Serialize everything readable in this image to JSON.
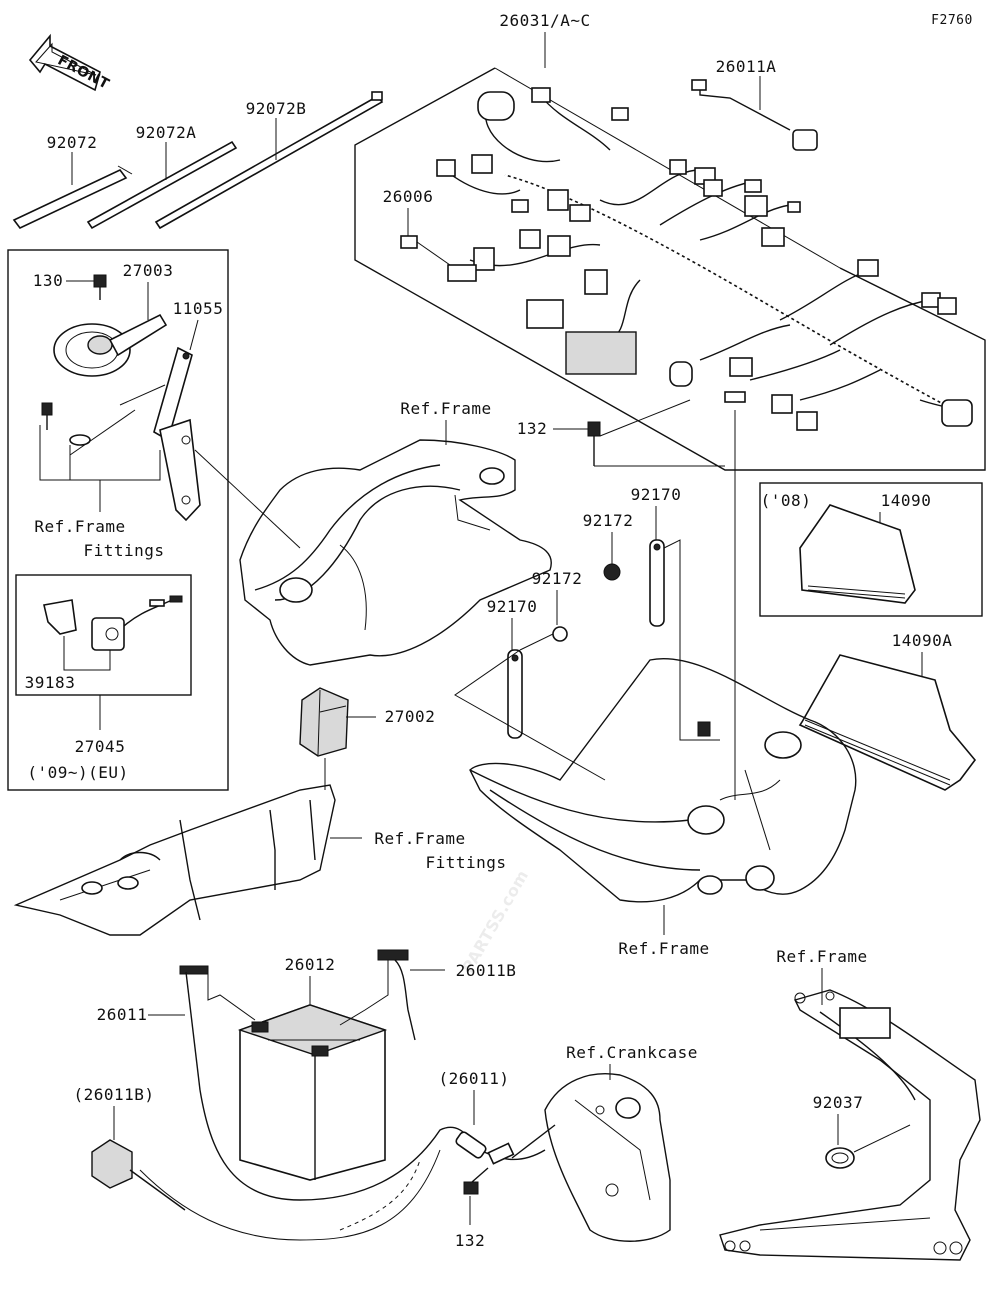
{
  "diagram_id": "F2760",
  "front_label": "FRONT",
  "watermark": "PARTSS.com",
  "labels": {
    "harness": "26031/A~C",
    "lead_26011A": "26011A",
    "band_92072": "92072",
    "band_92072A": "92072A",
    "band_92072B": "92072B",
    "fuse_26006": "26006",
    "bolt_130": "130",
    "bracket_27003": "27003",
    "bracket_11055": "11055",
    "ref_frame_fittings_1a": "Ref.Frame",
    "ref_frame_fittings_1b": "Fittings",
    "ref_frame_top": "Ref.Frame",
    "bolt_132_top": "132",
    "bracket_92170_a": "92170",
    "bracket_92172_a": "92172",
    "bracket_92172_b": "92172",
    "bracket_92170_b": "92170",
    "cover_year": "('08)",
    "cover_14090": "14090",
    "cover_14090A": "14090A",
    "clamp_39183": "39183",
    "switch_27045": "27045",
    "eu_note": "('09~)(EU)",
    "relay_27002": "27002",
    "ref_frame_fittings_2a": "Ref.Frame",
    "ref_frame_fittings_2b": "Fittings",
    "ref_frame_mid": "Ref.Frame",
    "ref_frame_right": "Ref.Frame",
    "battery_26012": "26012",
    "lead_26011B": "26011B",
    "lead_26011": "26011",
    "ref_crankcase": "Ref.Crankcase",
    "lead_26011_paren": "(26011)",
    "lead_26011B_paren": "(26011B)",
    "clamp_92037": "92037",
    "bolt_132_bottom": "132"
  },
  "icons": {
    "front_arrow": "front-arrow-icon",
    "horn": "horn-icon",
    "battery": "battery-icon",
    "relay": "relay-icon"
  }
}
